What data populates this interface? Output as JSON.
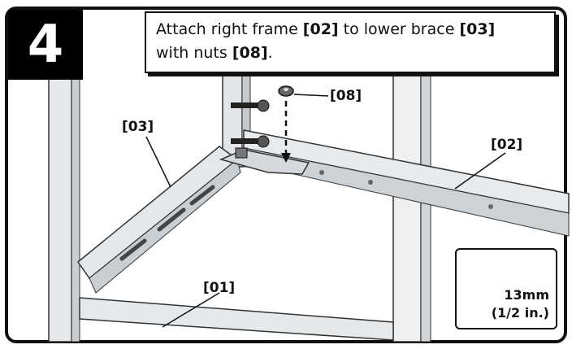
{
  "step": {
    "number": "4"
  },
  "instruction": {
    "part1": "Attach right frame ",
    "ref1": "[02]",
    "part2": " to lower brace ",
    "ref2": "[03]",
    "part3": "with nuts ",
    "ref3": "[08]",
    "part4": "."
  },
  "callouts": {
    "brace": "[03]",
    "nut": "[08]",
    "right_frame": "[02]",
    "front_frame": "[01]"
  },
  "tool": {
    "size": "13mm",
    "imperial": "(1/2 in.)"
  }
}
